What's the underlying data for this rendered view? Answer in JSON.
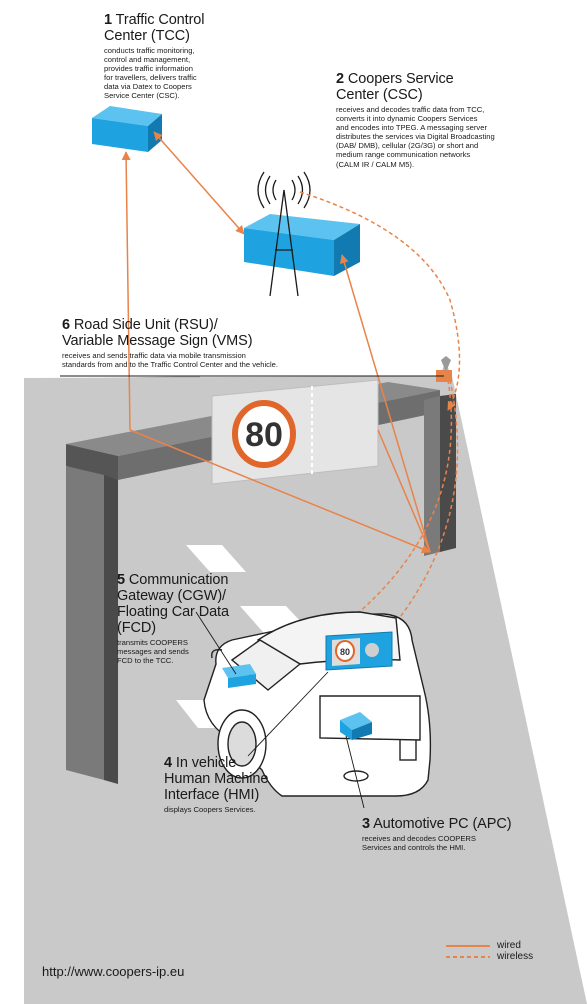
{
  "blocks": {
    "tcc": {
      "num": "1",
      "title_lines": [
        "Traffic Control",
        "Center (TCC)"
      ],
      "desc_lines": [
        "conducts traffic monitoring,",
        "control and management,",
        "provides traffic information",
        "for travellers, delivers traffic",
        "data via Datex to Coopers",
        "Service Center (CSC)."
      ]
    },
    "csc": {
      "num": "2",
      "title_lines": [
        "Coopers Service",
        "Center (CSC)"
      ],
      "desc_lines": [
        "receives and decodes traffic data from TCC,",
        "converts it into dynamic Coopers Services",
        "and encodes into TPEG. A messaging server",
        "distributes the services via Digital Broadcasting",
        "(DAB/ DMB), cellular (2G/3G) or short and",
        "medium range communication networks",
        "(CALM IR / CALM M5)."
      ]
    },
    "rsu": {
      "num": "6",
      "title_lines": [
        "Road Side Unit (RSU)/",
        "Variable Message Sign (VMS)"
      ],
      "desc_lines": [
        "receives and sends traffic data via mobile transmission",
        "standards from and to the Traffic Control Center and the vehicle."
      ]
    },
    "cgw": {
      "num": "5",
      "title_lines": [
        "Communication",
        "Gateway (CGW)/",
        "Floating Car Data",
        "(FCD)"
      ],
      "desc_lines": [
        "transmits COOPERS",
        "messages and sends",
        "FCD to the TCC."
      ]
    },
    "hmi": {
      "num": "4",
      "title_lines": [
        "In vehicle",
        "Human Machine",
        "Interface (HMI)"
      ],
      "desc_lines": [
        "displays Coopers Services."
      ]
    },
    "apc": {
      "num": "3",
      "title_lines": [
        "Automotive PC (APC)"
      ],
      "desc_lines": [
        "receives and decodes COOPERS",
        "Services and controls the HMI."
      ]
    }
  },
  "sign_speed": "80",
  "hmi_speed": "80",
  "legend": {
    "wired": "wired",
    "wireless": "wireless"
  },
  "url": "http://www.coopers-ip.eu",
  "colors": {
    "accent_orange": "#e8834a",
    "device_blue": "#1ea3e0",
    "road_gray": "#c8c8c8",
    "gantry_gray": "#6e6e6e",
    "sign_red": "#e0662a"
  }
}
